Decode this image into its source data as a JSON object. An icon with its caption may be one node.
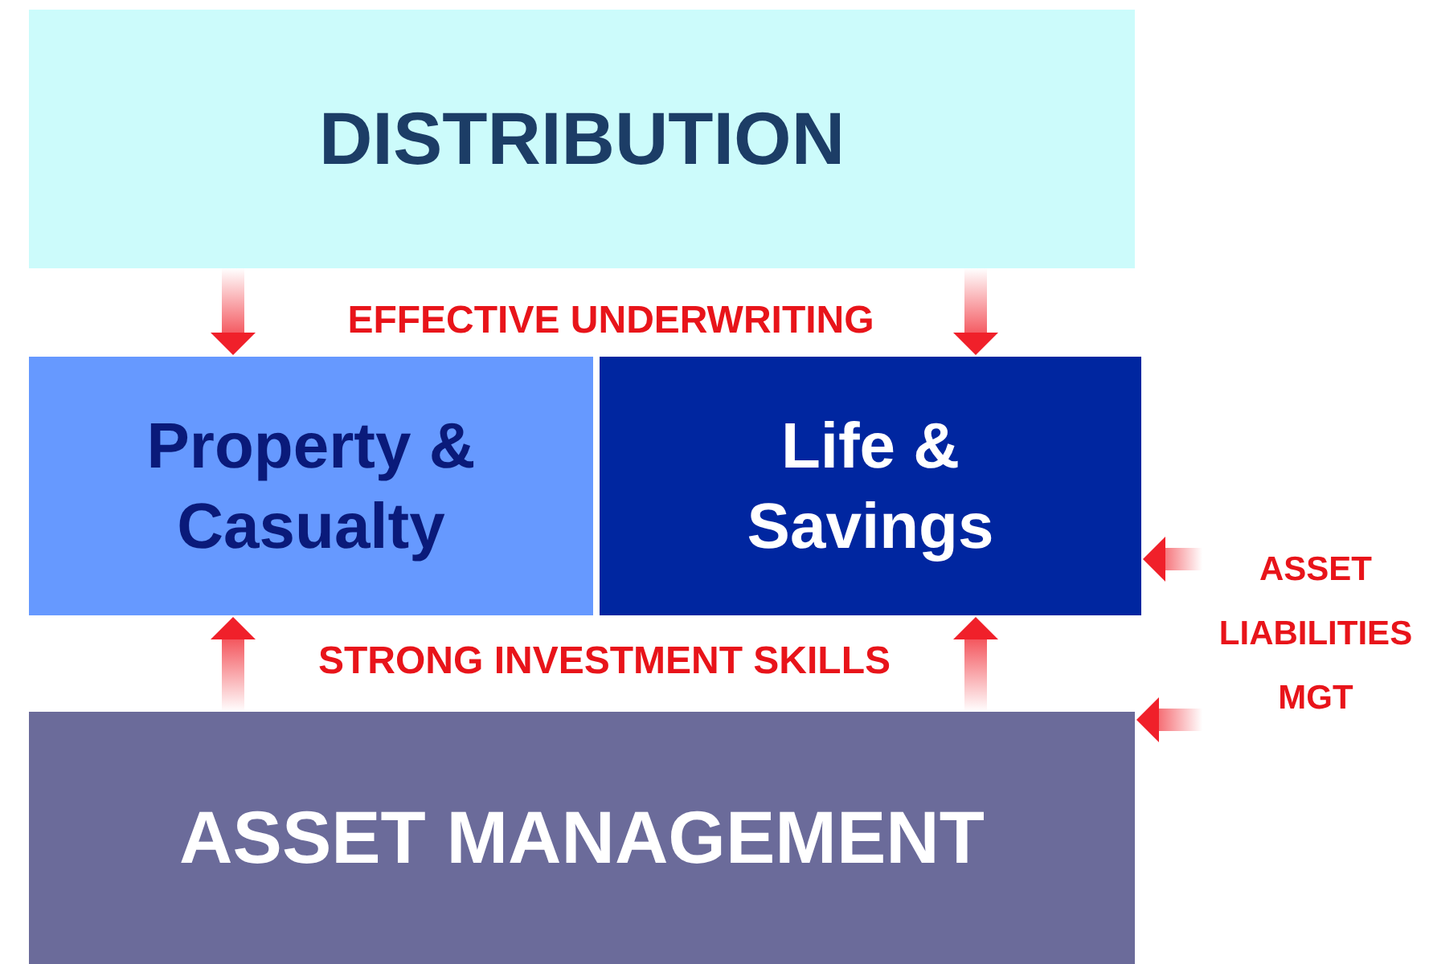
{
  "diagram": {
    "nodes": [
      {
        "text": [
          "DISTRIBUTION"
        ]
      },
      {
        "text": [
          "Property & Casualty"
        ]
      },
      {
        "text": [
          "Life & Savings"
        ]
      },
      {
        "text": [
          "ASSET MANAGEMENT"
        ]
      },
      {
        "text": [
          "ASSET LIABILITIES MGT"
        ]
      }
    ],
    "edges": [
      {
        "from": 0,
        "to": 1,
        "arrow": "to"
      },
      {
        "from": 0,
        "to": 2,
        "arrow": "to"
      },
      {
        "from": 3,
        "to": 1,
        "arrow": "to"
      },
      {
        "from": 3,
        "to": 2,
        "arrow": "to"
      },
      {
        "from": 4,
        "to": 2,
        "arrow": "to"
      },
      {
        "from": 4,
        "to": 3,
        "arrow": "to"
      }
    ],
    "labels": [
      "EFFECTIVE UNDERWRITING",
      "STRONG INVESTMENT SKILLS"
    ]
  }
}
